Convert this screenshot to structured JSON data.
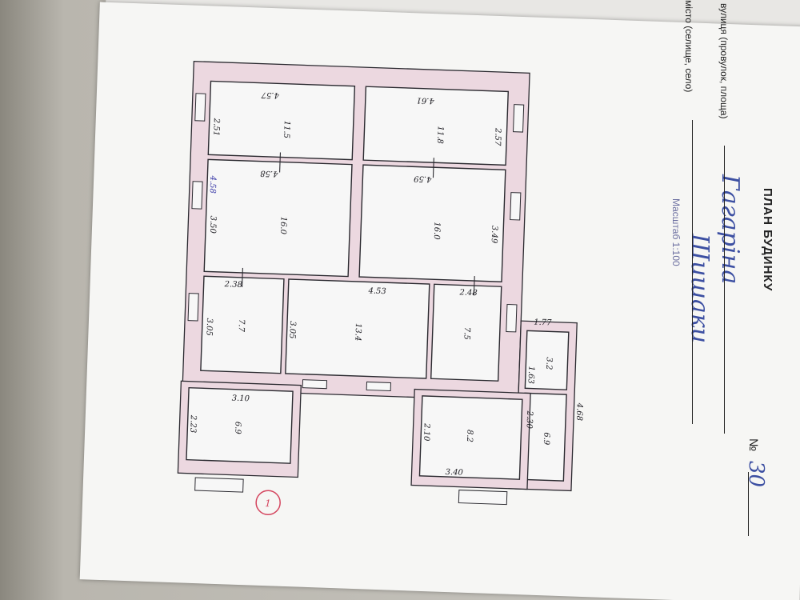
{
  "document": {
    "title": "ПЛАН БУДИНКУ",
    "street_label": "вулиця (провулок, площа)",
    "city_label": "місто (селище, село)",
    "number_label": "№",
    "street_value": "Гагаріна",
    "city_value": "Шишаки",
    "number_value": "30",
    "scale": "Масштаб 1:100"
  },
  "plan": {
    "dims": {
      "top_left": "4.57",
      "top_right": "4.61",
      "mid_left": "4.58",
      "mid_right": "4.59",
      "hall": "4.53",
      "left_small": "2.38",
      "right_small": "2.48",
      "wall_h1": "2.51",
      "wall_h2": "2.57",
      "wall_h3": "3.50",
      "wall_h4": "3.49",
      "wall_h5": "3.05",
      "wall_h6": "3.05",
      "porch_w": "3.10",
      "porch_h": "2.23",
      "kitchen_h": "2.10",
      "kitchen_w": "3.40",
      "bath_h": "2.30",
      "right_ext": "1.77",
      "side": "1.63",
      "ext_h": "4.68"
    },
    "pencil_note": "4.58",
    "rooms": {
      "r1": "11.5",
      "r2": "11.8",
      "r3": "16.0",
      "r4": "16.0",
      "r5": "7.7",
      "r6": "13.4",
      "r7": "7.5",
      "r8": "6.9",
      "r9": "8.2",
      "r10": "6.9",
      "r11": "3.2"
    },
    "sheet_mark": "1"
  }
}
